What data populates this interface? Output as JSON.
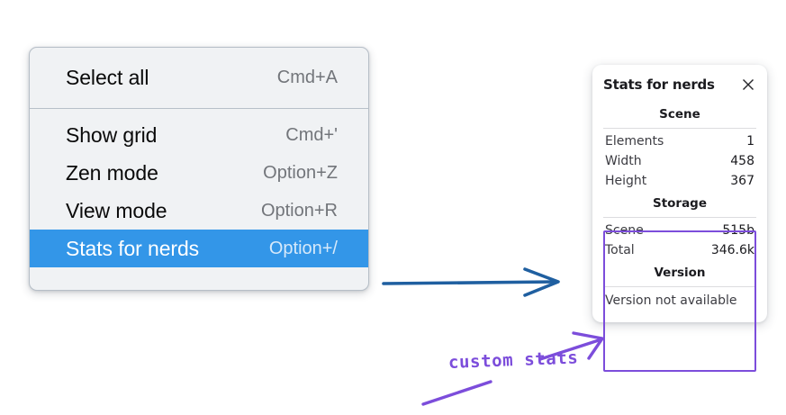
{
  "context_menu": {
    "name": "canvas-context-menu",
    "groups": [
      {
        "items": [
          {
            "label": "Select all",
            "shortcut": "Cmd+A",
            "selected": false,
            "name": "select-all"
          }
        ]
      },
      {
        "items": [
          {
            "label": "Show grid",
            "shortcut": "Cmd+'",
            "selected": false,
            "name": "show-grid"
          },
          {
            "label": "Zen mode",
            "shortcut": "Option+Z",
            "selected": false,
            "name": "zen-mode"
          },
          {
            "label": "View mode",
            "shortcut": "Option+R",
            "selected": false,
            "name": "view-mode"
          },
          {
            "label": "Stats for nerds",
            "shortcut": "Option+/",
            "selected": true,
            "name": "stats-for-nerds"
          }
        ]
      }
    ]
  },
  "stats_panel": {
    "title": "Stats for nerds",
    "close_icon": "close-icon",
    "sections": [
      {
        "heading": "Scene",
        "name": "scene",
        "rows": [
          {
            "key": "Elements",
            "value": "1"
          },
          {
            "key": "Width",
            "value": "458"
          },
          {
            "key": "Height",
            "value": "367"
          }
        ]
      },
      {
        "heading": "Storage",
        "name": "storage",
        "rows": [
          {
            "key": "Scene",
            "value": "515b"
          },
          {
            "key": "Total",
            "value": "346.6k"
          }
        ]
      },
      {
        "heading": "Version",
        "name": "version",
        "note": "Version not available",
        "rows": []
      }
    ]
  },
  "annotations": {
    "handwritten_label": "custom stats",
    "arrow_blue_name": "blue-flow-arrow",
    "arrow_purple_name": "purple-pointer-arrow",
    "underline_name": "purple-underline-stroke"
  },
  "colors": {
    "menu_highlight": "#3396e8",
    "annotation_purple": "#7c4ddb",
    "annotation_blue": "#1f5fa0",
    "menu_bg": "#f0f2f4"
  }
}
